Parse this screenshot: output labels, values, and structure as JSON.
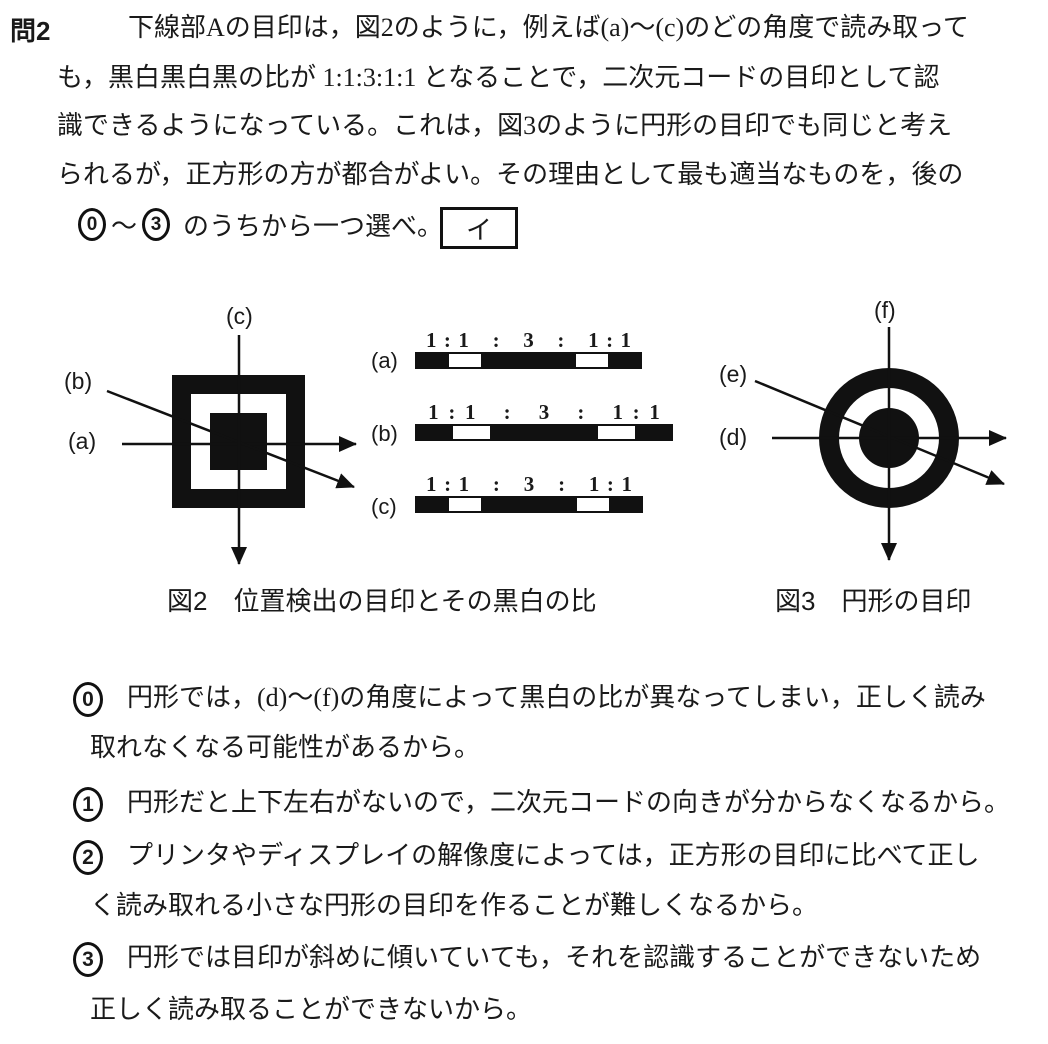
{
  "question": {
    "number": "問2",
    "lines": [
      "下線部Aの目印は，図2のように，例えば(a)～(c)のどの角度で読み取って",
      "も，黒白黒白黒の比が 1:1:3:1:1 となることで，二次元コードの目印として認",
      "識できるようになっている。これは，図3のように円形の目印でも同じと考え",
      "られるが，正方形の方が都合がよい。その理由として最も適当なものを，後の"
    ],
    "select_line": {
      "from_num": "0",
      "tilde": "～",
      "to_num": "3",
      "text": "のうちから一つ選べ。"
    },
    "answer_box_label": "イ"
  },
  "figure2": {
    "caption": "図2　位置検出の目印とその黒白の比",
    "direction_labels": {
      "a": "(a)",
      "b": "(b)",
      "c": "(c)"
    },
    "bars": [
      {
        "label": "(a)",
        "ratio": [
          1,
          1,
          3,
          1,
          1
        ]
      },
      {
        "label": "(b)",
        "ratio": [
          1,
          1,
          3,
          1,
          1
        ]
      },
      {
        "label": "(c)",
        "ratio": [
          1,
          1,
          3,
          1,
          1
        ]
      }
    ],
    "ratio_separator": ":"
  },
  "figure3": {
    "caption": "図3　円形の目印",
    "direction_labels": {
      "d": "(d)",
      "e": "(e)",
      "f": "(f)"
    }
  },
  "choices": [
    {
      "num": "0",
      "lines": [
        "円形では，(d)～(f)の角度によって黒白の比が異なってしまい，正しく読み",
        "取れなくなる可能性があるから。"
      ]
    },
    {
      "num": "1",
      "lines": [
        "円形だと上下左右がないので，二次元コードの向きが分からなくなるから。"
      ]
    },
    {
      "num": "2",
      "lines": [
        "プリンタやディスプレイの解像度によっては，正方形の目印に比べて正し",
        "く読み取れる小さな円形の目印を作ることが難しくなるから。"
      ]
    },
    {
      "num": "3",
      "lines": [
        "円形では目印が斜めに傾いていても，それを認識することができないため",
        "正しく読み取ることができないから。"
      ]
    }
  ],
  "colors": {
    "ink": "#111111",
    "paper": "#ffffff"
  }
}
